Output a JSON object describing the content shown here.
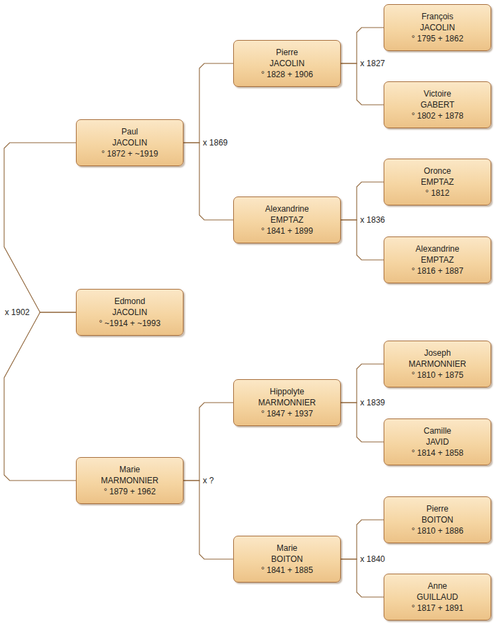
{
  "diagram": {
    "nodes": [
      {
        "text": [
          "Edmond",
          "JACOLIN",
          "° ~1914 + ~1993"
        ]
      },
      {
        "text": [
          "Paul",
          "JACOLIN",
          "° 1872 + ~1919"
        ]
      },
      {
        "text": [
          "Pierre",
          "JACOLIN",
          "° 1828 + 1906"
        ]
      },
      {
        "text": [
          "François",
          "JACOLIN",
          "° 1795 + 1862"
        ]
      },
      {
        "text": [
          "Victoire",
          "GABERT",
          "° 1802 + 1878"
        ]
      },
      {
        "text": [
          "Alexandrine",
          "EMPTAZ",
          "° 1841 + 1899"
        ]
      },
      {
        "text": [
          "Oronce",
          "EMPTAZ",
          "° 1812"
        ]
      },
      {
        "text": [
          "Alexandrine",
          "EMPTAZ",
          "° 1816 + 1887"
        ]
      },
      {
        "text": [
          "Marie",
          "MARMONNIER",
          "° 1879 + 1962"
        ]
      },
      {
        "text": [
          "Hippolyte",
          "MARMONNIER",
          "° 1847 + 1937"
        ]
      },
      {
        "text": [
          "Joseph",
          "MARMONNIER",
          "° 1810 + 1875"
        ]
      },
      {
        "text": [
          "Camille",
          "JAVID",
          "° 1814 + 1858"
        ]
      },
      {
        "text": [
          "Marie",
          "BOITON",
          "° 1841 + 1885"
        ]
      },
      {
        "text": [
          "Pierre",
          "BOITON",
          "° 1810 + 1886"
        ]
      },
      {
        "text": [
          "Anne",
          "GUILLAUD",
          "° 1817 + 1891"
        ]
      }
    ],
    "edges": [
      {
        "from": 0,
        "to": 1,
        "arrow": "none",
        "label": "x 1902"
      },
      {
        "from": 0,
        "to": 8,
        "arrow": "none"
      },
      {
        "from": 1,
        "to": 2,
        "arrow": "none",
        "label": "x 1869"
      },
      {
        "from": 1,
        "to": 5,
        "arrow": "none"
      },
      {
        "from": 2,
        "to": 3,
        "arrow": "none",
        "label": "x 1827"
      },
      {
        "from": 2,
        "to": 4,
        "arrow": "none"
      },
      {
        "from": 5,
        "to": 6,
        "arrow": "none",
        "label": "x 1836"
      },
      {
        "from": 5,
        "to": 7,
        "arrow": "none"
      },
      {
        "from": 8,
        "to": 9,
        "arrow": "none",
        "label": "x ?"
      },
      {
        "from": 8,
        "to": 12,
        "arrow": "none"
      },
      {
        "from": 9,
        "to": 10,
        "arrow": "none",
        "label": "x 1839"
      },
      {
        "from": 9,
        "to": 11,
        "arrow": "none"
      },
      {
        "from": 12,
        "to": 13,
        "arrow": "none",
        "label": "x 1840"
      },
      {
        "from": 12,
        "to": 14,
        "arrow": "none"
      }
    ]
  }
}
